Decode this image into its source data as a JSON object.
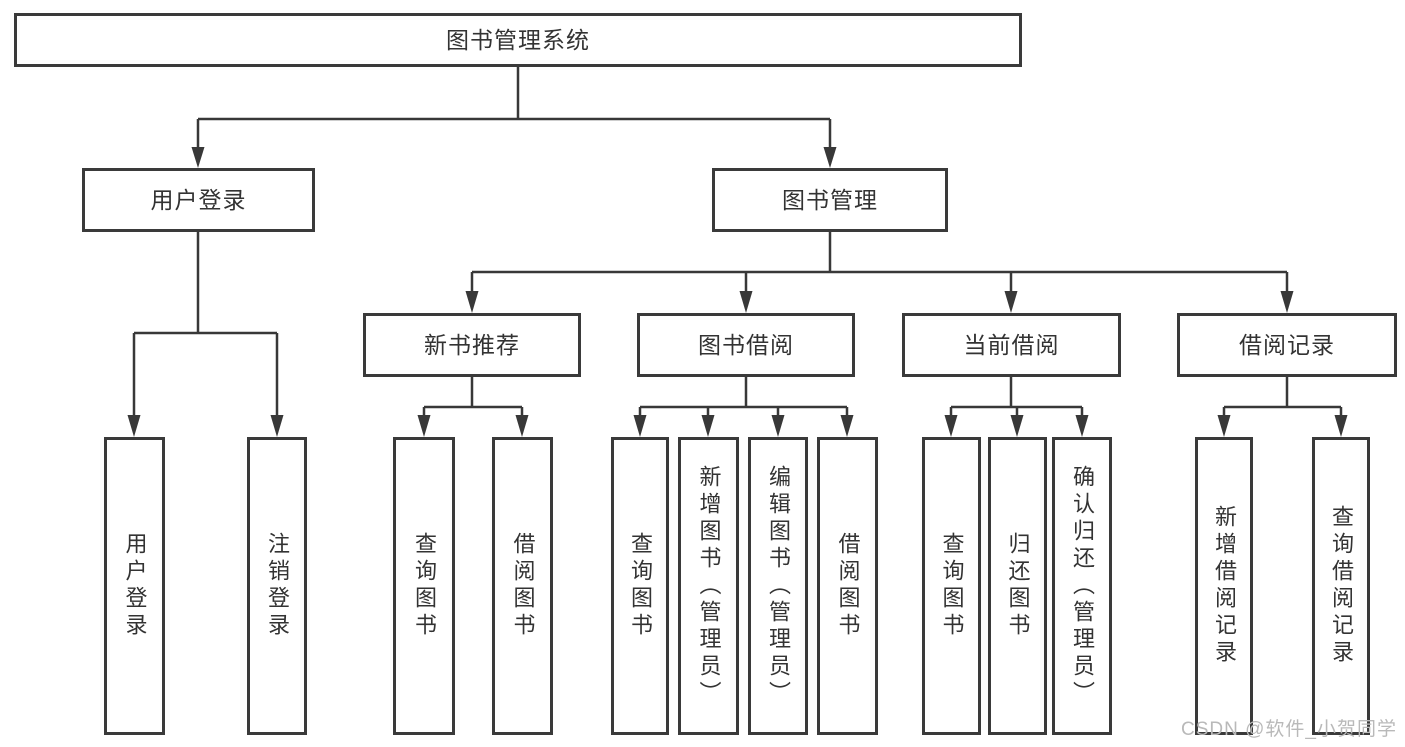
{
  "diagram": {
    "type": "hierarchy-tree",
    "colors": {
      "line": "#383838",
      "box_border": "#3a3a3a",
      "text": "#333333",
      "watermark": "#b9b9b9",
      "background": "#ffffff"
    },
    "root": {
      "label": "图书管理系统"
    },
    "level2": [
      {
        "label": "用户登录"
      },
      {
        "label": "图书管理"
      }
    ],
    "level3": [
      {
        "label": "新书推荐",
        "parent": "图书管理"
      },
      {
        "label": "图书借阅",
        "parent": "图书管理"
      },
      {
        "label": "当前借阅",
        "parent": "图书管理"
      },
      {
        "label": "借阅记录",
        "parent": "图书管理"
      }
    ],
    "leaves": {
      "user_login": [
        {
          "label": "用户登录"
        },
        {
          "label": "注销登录"
        }
      ],
      "new_book_recommend": [
        {
          "label": "查询图书"
        },
        {
          "label": "借阅图书"
        }
      ],
      "book_borrow": [
        {
          "label": "查询图书"
        },
        {
          "label": "新增图书（管理员）"
        },
        {
          "label": "编辑图书（管理员）"
        },
        {
          "label": "借阅图书"
        }
      ],
      "current_borrow": [
        {
          "label": "查询图书"
        },
        {
          "label": "归还图书"
        },
        {
          "label": "确认归还（管理员）"
        }
      ],
      "borrow_records": [
        {
          "label": "新增借阅记录"
        },
        {
          "label": "查询借阅记录"
        }
      ]
    },
    "watermark": "CSDN @软件_小贺同学"
  }
}
